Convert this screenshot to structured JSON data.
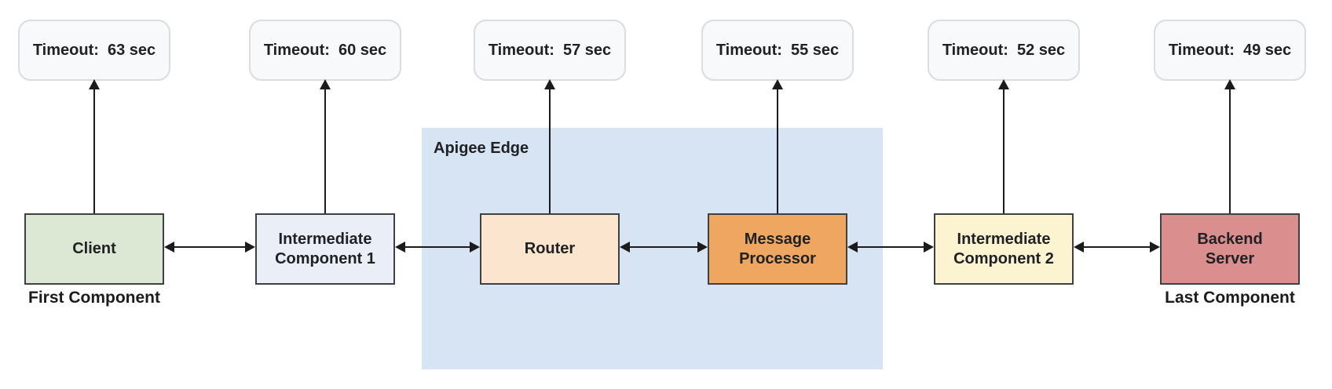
{
  "diagram": {
    "region": {
      "label": "Apigee Edge",
      "fill": "#d6e4f4"
    },
    "nodes": [
      {
        "label": "Client",
        "caption": "First Component",
        "timeout": "Timeout:  63 sec",
        "fill": "#dde8d4"
      },
      {
        "label": "Intermediate Component 1",
        "timeout": "Timeout:  60 sec",
        "fill": "#e9eef7"
      },
      {
        "label": "Router",
        "timeout": "Timeout:  57 sec",
        "fill": "#fbe5ce",
        "in_region": true
      },
      {
        "label": "Message Processor",
        "timeout": "Timeout:  55 sec",
        "fill": "#eea660",
        "in_region": true
      },
      {
        "label": "Intermediate Component 2",
        "timeout": "Timeout:  52 sec",
        "fill": "#fcf3d0"
      },
      {
        "label": "Backend Server",
        "caption": "Last Component",
        "timeout": "Timeout:  49 sec",
        "fill": "#db8e8e"
      }
    ],
    "colors": {
      "background": "#ffffff",
      "timeout_box_fill": "#f8f9fa",
      "timeout_box_border": "#d9dde2",
      "node_border": "#3e4144",
      "arrow": "#1b1b1b",
      "text": "#202124"
    }
  }
}
